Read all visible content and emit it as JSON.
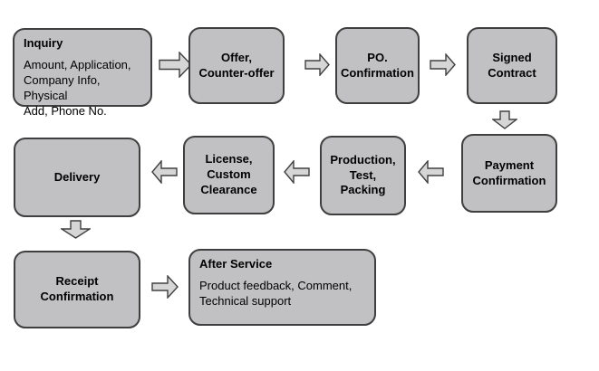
{
  "colors": {
    "bg": "#ffffff",
    "node_fill": "#c1c1c3",
    "node_border": "#3f3f3f",
    "arrow_fill": "#d6d6d6",
    "arrow_border": "#404040",
    "text": "#000000"
  },
  "nodes": {
    "inquiry": {
      "title": "Inquiry",
      "body": "Amount, Application,\nCompany Info, Physical\nAdd, Phone No."
    },
    "offer": {
      "label": "Offer,\nCounter-offer"
    },
    "po": {
      "label": "PO.\nConfirmation"
    },
    "signed": {
      "label": "Signed\nContract"
    },
    "payment": {
      "label": "Payment\nConfirmation"
    },
    "production": {
      "label": "Production,\nTest,\nPacking"
    },
    "license": {
      "label": "License,\nCustom\nClearance"
    },
    "delivery": {
      "label": "Delivery"
    },
    "receipt": {
      "label": "Receipt\nConfirmation"
    },
    "after_service": {
      "title": "After Service",
      "body": "Product feedback, Comment,\nTechnical support"
    }
  },
  "flow": [
    {
      "from": "Inquiry",
      "to": "Offer, Counter-offer",
      "arrow": "right"
    },
    {
      "from": "Offer, Counter-offer",
      "to": "PO. Confirmation",
      "arrow": "right"
    },
    {
      "from": "PO. Confirmation",
      "to": "Signed Contract",
      "arrow": "right"
    },
    {
      "from": "Signed Contract",
      "to": "Payment Confirmation",
      "arrow": "down"
    },
    {
      "from": "Payment Confirmation",
      "to": "Production, Test, Packing",
      "arrow": "left"
    },
    {
      "from": "Production, Test, Packing",
      "to": "License, Custom Clearance",
      "arrow": "left"
    },
    {
      "from": "License, Custom Clearance",
      "to": "Delivery",
      "arrow": "left"
    },
    {
      "from": "Delivery",
      "to": "Receipt Confirmation",
      "arrow": "down"
    },
    {
      "from": "Receipt Confirmation",
      "to": "After Service",
      "arrow": "right"
    }
  ]
}
